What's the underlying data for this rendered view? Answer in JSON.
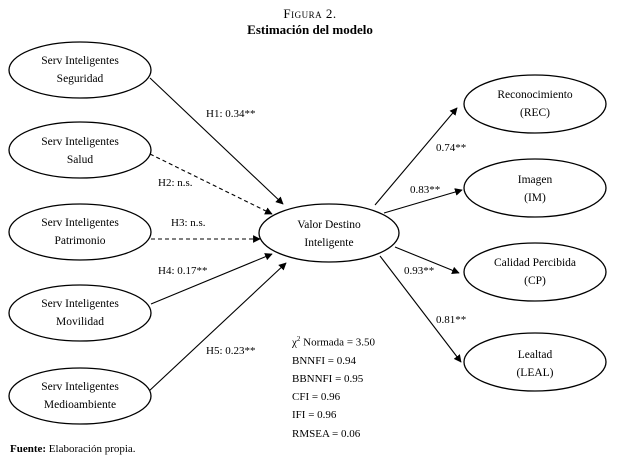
{
  "figure": {
    "label": "Figura 2.",
    "title": "Estimación del modelo"
  },
  "nodes": {
    "seguridad": {
      "line1": "Serv Inteligentes",
      "line2": "Seguridad"
    },
    "salud": {
      "line1": "Serv Inteligentes",
      "line2": "Salud"
    },
    "patrimonio": {
      "line1": "Serv Inteligentes",
      "line2": "Patrimonio"
    },
    "movilidad": {
      "line1": "Serv Inteligentes",
      "line2": "Movilidad"
    },
    "medioambiente": {
      "line1": "Serv Inteligentes",
      "line2": "Medioambiente"
    },
    "valor": {
      "line1": "Valor Destino",
      "line2": "Inteligente"
    },
    "rec": {
      "line1": "Reconocimiento",
      "line2": "(REC)"
    },
    "im": {
      "line1": "Imagen",
      "line2": "(IM)"
    },
    "cp": {
      "line1": "Calidad Percibida",
      "line2": "(CP)"
    },
    "leal": {
      "line1": "Lealtad",
      "line2": "(LEAL)"
    }
  },
  "edges": {
    "h1": {
      "label": "H1: 0.34**",
      "style": "solid"
    },
    "h2": {
      "label": "H2: n.s.",
      "style": "dashed"
    },
    "h3": {
      "label": "H3: n.s.",
      "style": "dashed"
    },
    "h4": {
      "label": "H4: 0.17**",
      "style": "solid"
    },
    "h5": {
      "label": "H5: 0.23**",
      "style": "solid"
    },
    "rec": {
      "label": "0.74**",
      "style": "solid"
    },
    "im": {
      "label": "0.83**",
      "style": "solid"
    },
    "cp": {
      "label": "0.93**",
      "style": "solid"
    },
    "leal": {
      "label": "0.81**",
      "style": "solid"
    }
  },
  "fit_stats": {
    "chi_symbol": "χ",
    "chi_sup": "2",
    "chi_rest": " Normada = 3.50",
    "bnnfi": "BNNFI = 0.94",
    "bbnnfi": "BBNNFI = 0.95",
    "cfi": "CFI = 0.96",
    "ifi": "IFI = 0.96",
    "rmsea": "RMSEA = 0.06"
  },
  "source": {
    "label": "Fuente:",
    "text": " Elaboración propia."
  }
}
